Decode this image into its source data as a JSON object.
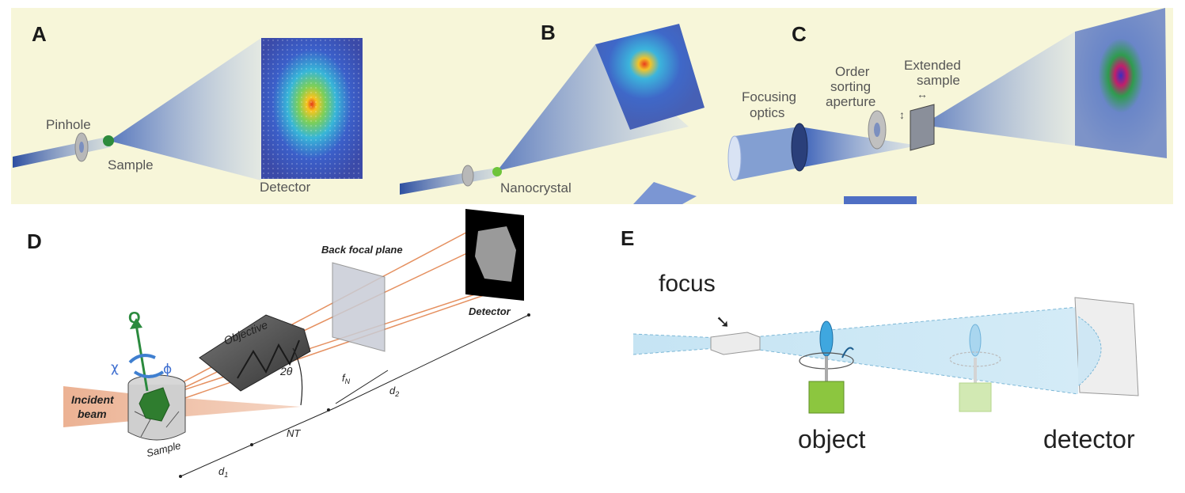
{
  "panels": {
    "a": {
      "letter": "A",
      "pinhole": "Pinhole",
      "sample": "Sample",
      "detector": "Detector"
    },
    "b": {
      "letter": "B",
      "nanocrystal": "Nanocrystal"
    },
    "c": {
      "letter": "C",
      "focusing_optics_1": "Focusing",
      "focusing_optics_2": "optics",
      "order_sorting_1": "Order",
      "order_sorting_2": "sorting",
      "order_sorting_3": "aperture",
      "extended_1": "Extended",
      "extended_2": "sample"
    },
    "d": {
      "letter": "D",
      "back_focal_plane": "Back focal plane",
      "detector": "Detector",
      "objective": "Objective",
      "q": "Q",
      "chi": "χ",
      "phi": "ϕ",
      "two_theta": "2θ",
      "incident_1": "Incident",
      "incident_2": "beam",
      "sample": "Sample",
      "f_n": "f",
      "f_n_sub": "N",
      "d2": "d",
      "d2_sub": "2",
      "nt": "NT",
      "d1": "d",
      "d1_sub": "1"
    },
    "e": {
      "letter": "E",
      "focus": "focus",
      "object": "object",
      "detector": "detector"
    }
  },
  "colors": {
    "panel_background": "#f7f6d9",
    "beam": "#3a5fb0",
    "sample_green": "#2e8b3c",
    "orange_beam": "#e9a07a",
    "light_beam": "#bfe1f2",
    "object_green": "#8cc63f"
  }
}
